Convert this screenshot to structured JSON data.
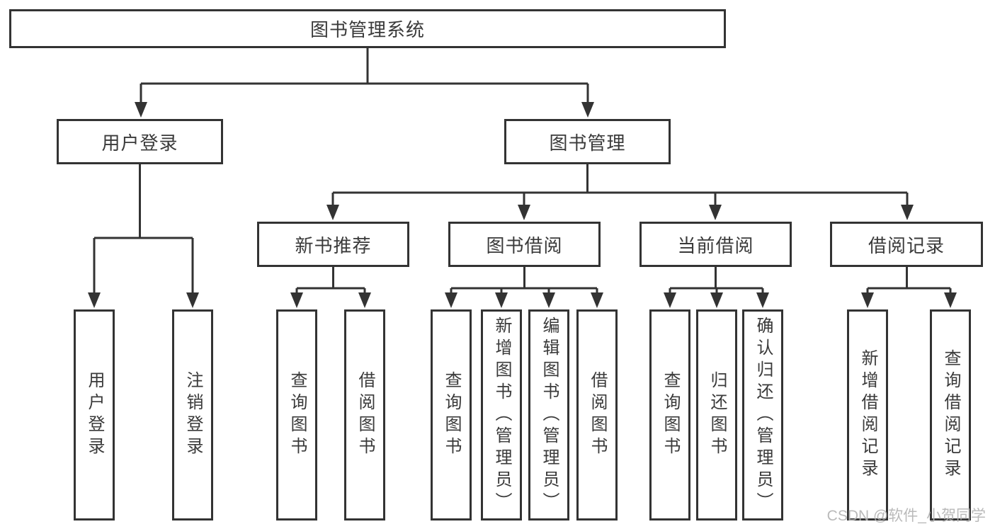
{
  "nodes": {
    "root": {
      "label": "图书管理系统"
    },
    "level2": [
      {
        "label": "用户登录",
        "parent": "图书管理系统"
      },
      {
        "label": "图书管理",
        "parent": "图书管理系统"
      }
    ],
    "level3": [
      {
        "label": "新书推荐",
        "parent": "图书管理"
      },
      {
        "label": "图书借阅",
        "parent": "图书管理"
      },
      {
        "label": "当前借阅",
        "parent": "图书管理"
      },
      {
        "label": "借阅记录",
        "parent": "图书管理"
      }
    ],
    "leaves": [
      {
        "label": "用户登录",
        "parent": "用户登录"
      },
      {
        "label": "注销登录",
        "parent": "用户登录"
      },
      {
        "label": "查询图书",
        "parent": "新书推荐"
      },
      {
        "label": "借阅图书",
        "parent": "新书推荐"
      },
      {
        "label": "查询图书",
        "parent": "图书借阅"
      },
      {
        "label": "新增图书（管理员）",
        "parent": "图书借阅"
      },
      {
        "label": "编辑图书（管理员）",
        "parent": "图书借阅"
      },
      {
        "label": "借阅图书",
        "parent": "图书借阅"
      },
      {
        "label": "查询图书",
        "parent": "当前借阅"
      },
      {
        "label": "归还图书",
        "parent": "当前借阅"
      },
      {
        "label": "确认归还（管理员）",
        "parent": "当前借阅"
      },
      {
        "label": "新增借阅记录",
        "parent": "借阅记录"
      },
      {
        "label": "查询借阅记录",
        "parent": "借阅记录"
      }
    ]
  },
  "watermark": {
    "text": "CSDN @软件_小贺同学"
  },
  "colors": {
    "line": "#333333",
    "text": "#3a3a3a",
    "background": "#ffffff",
    "watermark": "#b3b3b3"
  }
}
